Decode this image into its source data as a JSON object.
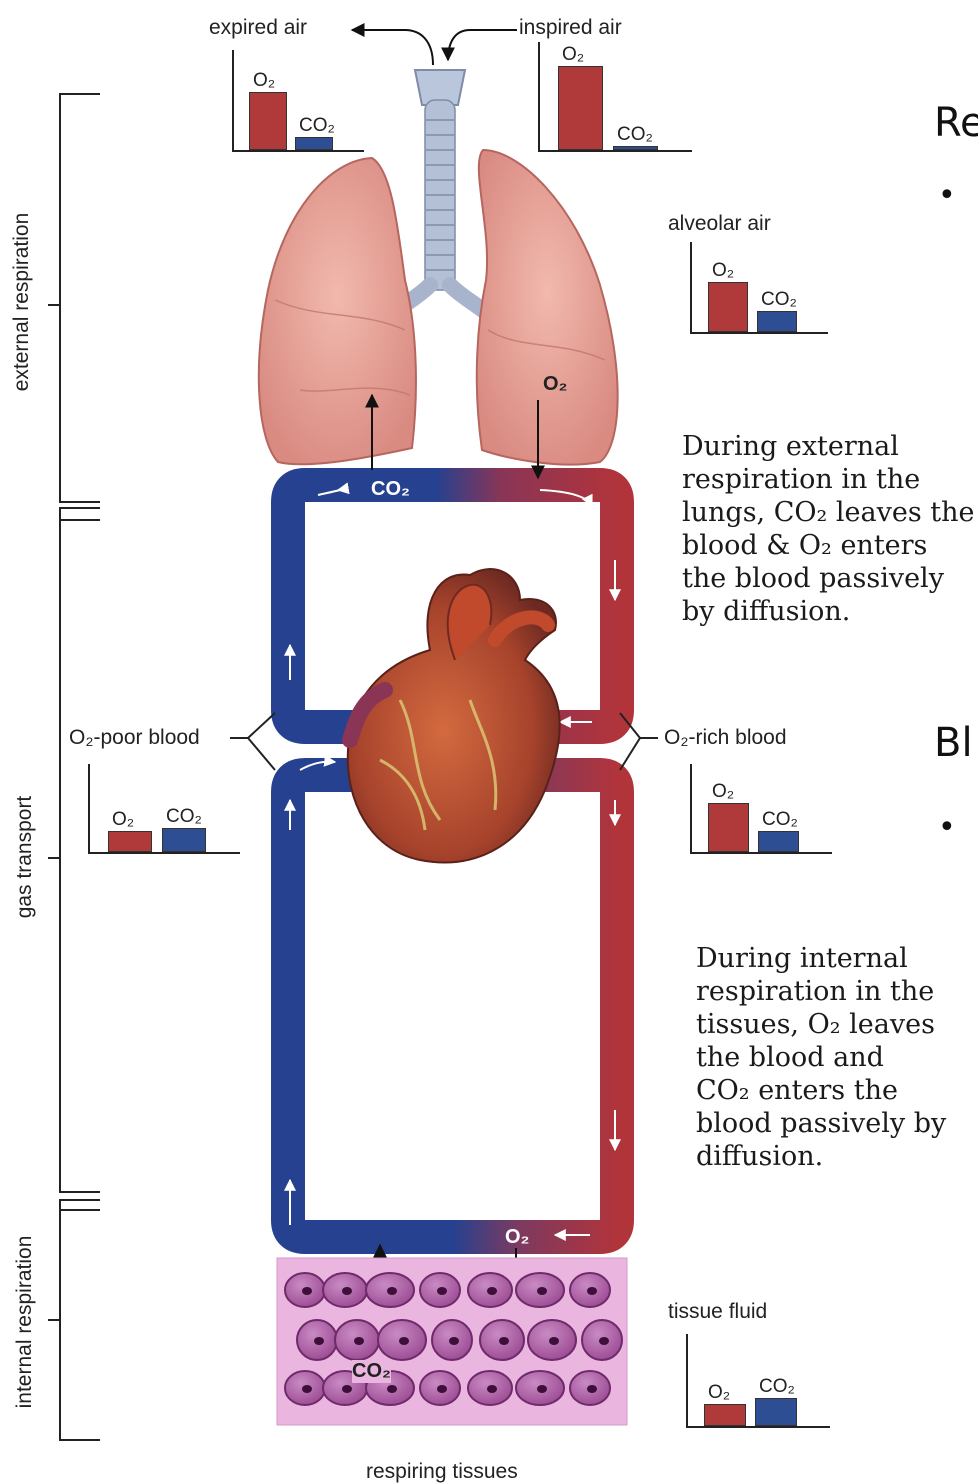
{
  "diagram": {
    "top_labels": {
      "expired_air": "expired air",
      "inspired_air": "inspired air",
      "alveolar_air": "alveolar air",
      "tissue_fluid": "tissue fluid"
    },
    "side_labels": {
      "external": "external respiration",
      "transport": "gas transport",
      "internal": "internal respiration"
    },
    "blood_labels": {
      "poor": "O₂-poor blood",
      "rich": "O₂-rich blood"
    },
    "gas_labels": {
      "co2": "CO₂",
      "o2": "O₂"
    },
    "bottom_label": "respiring tissues",
    "colors": {
      "oxygen": "#b03a3a",
      "carbon_dioxide": "#2e4e94",
      "vessel_blue": "#26418f",
      "vessel_red": "#b1343b",
      "lung": "#e9a49a",
      "cells": "#b05aa3"
    },
    "charts": [
      {
        "id": "expired",
        "labels": [
          "O₂",
          "CO₂"
        ],
        "o2": 0.75,
        "co2": 0.15
      },
      {
        "id": "inspired",
        "labels": [
          "O₂",
          "CO₂"
        ],
        "o2": 1.0,
        "co2": 0.02
      },
      {
        "id": "alveolar",
        "labels": [
          "O₂",
          "CO₂"
        ],
        "o2": 0.75,
        "co2": 0.3
      },
      {
        "id": "o2_poor",
        "labels": [
          "O₂",
          "CO₂"
        ],
        "o2": 0.3,
        "co2": 0.35
      },
      {
        "id": "o2_rich",
        "labels": [
          "O₂",
          "CO₂"
        ],
        "o2": 0.75,
        "co2": 0.3
      },
      {
        "id": "tissue_fluid",
        "labels": [
          "O₂",
          "CO₂"
        ],
        "o2": 0.3,
        "co2": 0.4
      }
    ]
  },
  "slide": {
    "heading_1": "Re",
    "heading_2": "Bl",
    "bullet": "•",
    "external_caption": [
      "During external",
      "respiration in the",
      "lungs, CO₂ leaves the",
      "blood & O₂ enters",
      "the blood passively",
      "by diffusion."
    ],
    "internal_caption": [
      "During internal",
      "respiration in the",
      "tissues, O₂ leaves",
      "the blood and",
      "CO₂ enters the",
      "blood passively by",
      "diffusion."
    ]
  }
}
